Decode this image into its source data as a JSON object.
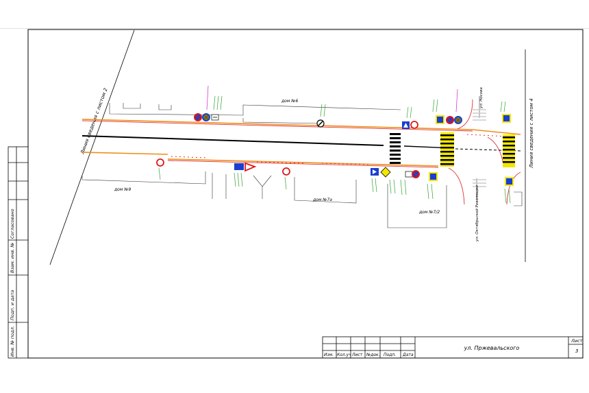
{
  "stamp": {
    "title": "ул. Пржевальского",
    "sheet_label": "Лист",
    "sheet_number": "3",
    "columns": [
      "Изм.",
      "Кол.уч",
      "Лист",
      "№док.",
      "Подп.",
      "Дата"
    ]
  },
  "side_block": {
    "soglasovano": "Согласовано",
    "vzam_inv": "Взам. инв. №",
    "podp_data": "Подп. и дата",
    "inv_podl": "Инв. № подл."
  },
  "labels": {
    "match_left": "Линия сведения с листом 2",
    "match_right": "Линия сведения с листом 4",
    "house_6": "дом №6",
    "house_9": "дом №9",
    "house_7a": "дом №7а",
    "house_7_2": "дом №7/2",
    "street_nosova": "ул. Носова",
    "street_oktyabrskoy": "ул. Октябрьской Революции"
  },
  "colors": {
    "curb": "#f08c1a",
    "edge": "#e03030",
    "sign_blue": "#1a3fd0",
    "sign_red": "#e01818",
    "sign_green": "#2ea02e",
    "sign_magenta": "#d020d0",
    "zebra": "#f2e600",
    "line": "#000000"
  }
}
